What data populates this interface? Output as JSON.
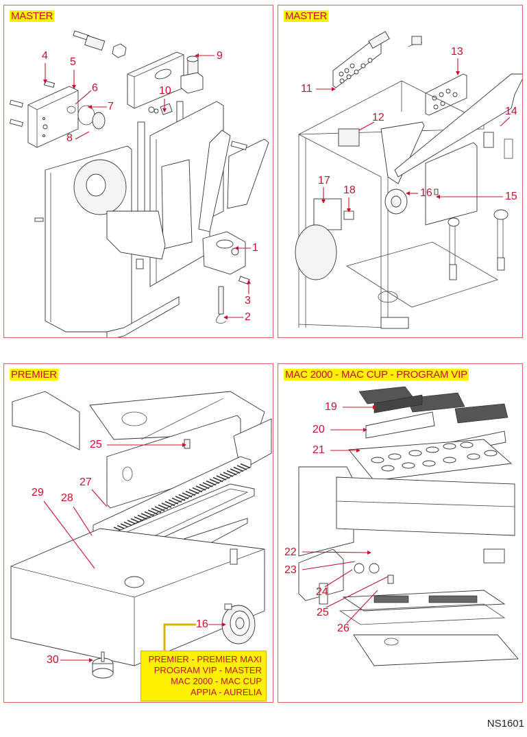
{
  "panels": [
    {
      "title": "MASTER",
      "callouts": [
        "1",
        "2",
        "3",
        "4",
        "5",
        "6",
        "7",
        "8",
        "9",
        "10"
      ]
    },
    {
      "title": "MASTER",
      "callouts": [
        "11",
        "12",
        "13",
        "14",
        "15",
        "16",
        "17",
        "18"
      ]
    },
    {
      "title": "PREMIER",
      "callouts": [
        "25",
        "27",
        "28",
        "29",
        "16",
        "30"
      ],
      "note": {
        "callout": "16",
        "lines": [
          "PREMIER - PREMIER MAXI",
          "PROGRAM VIP - MASTER",
          "MAC 2000 - MAC CUP",
          "APPIA - AURELIA"
        ]
      }
    },
    {
      "title": "MAC 2000 - MAC CUP - PROGRAM VIP",
      "callouts": [
        "19",
        "20",
        "21",
        "22",
        "23",
        "24",
        "25",
        "26"
      ]
    }
  ],
  "document_code": "NS1601",
  "colors": {
    "callout": "#c8102e",
    "title_bg": "#fff200",
    "panel_border": "#e06060"
  }
}
